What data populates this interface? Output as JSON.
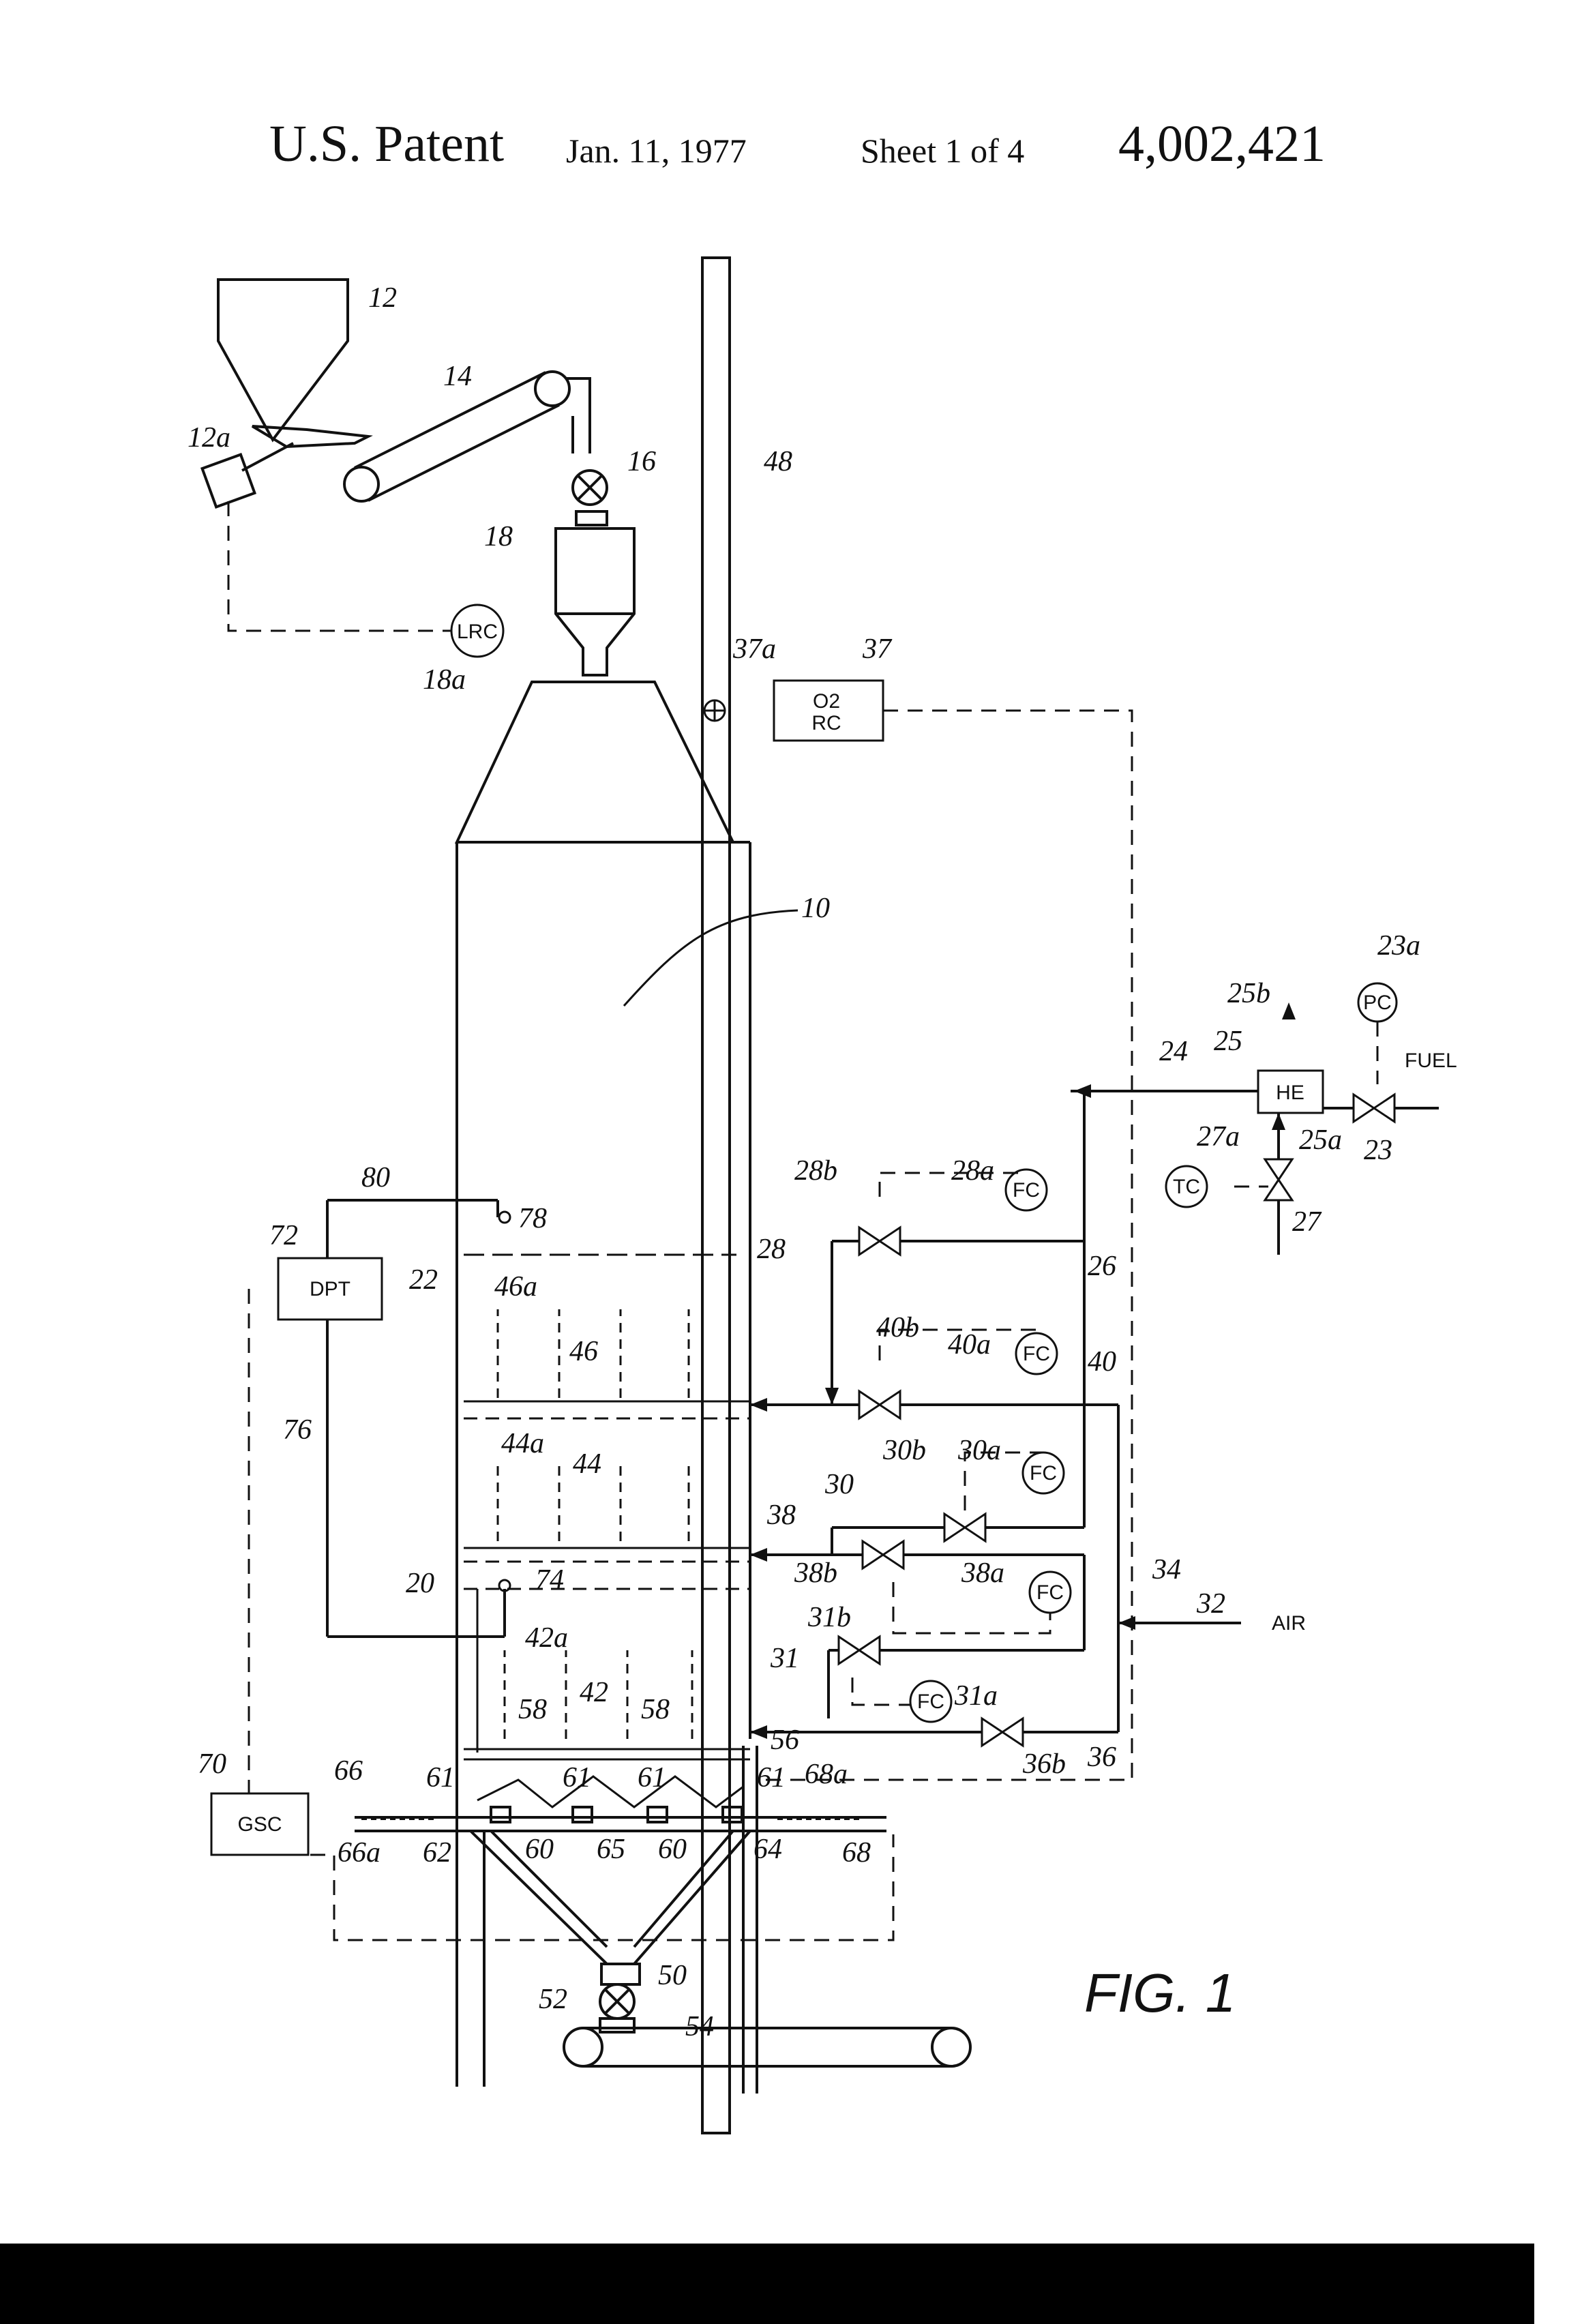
{
  "header": {
    "title": "U.S. Patent",
    "date": "Jan. 11, 1977",
    "sheet": "Sheet 1 of 4",
    "number": "4,002,421"
  },
  "figure": {
    "caption": "FIG. 1",
    "inputs": {
      "air": "AIR",
      "fuel": "FUEL"
    },
    "instruments": {
      "lrc": "LRC",
      "o2": "O2",
      "rc": "RC",
      "pc": "PC",
      "he": "HE",
      "tc": "TC",
      "fc28": "FC",
      "fc40": "FC",
      "fc30": "FC",
      "fc38": "FC",
      "fc31": "FC",
      "dpt": "DPT",
      "gsc": "GSC"
    },
    "refs": {
      "r12": "12",
      "r12a": "12a",
      "r14": "14",
      "r16": "16",
      "r18": "18",
      "r18a": "18a",
      "r48": "48",
      "r37a": "37a",
      "r37": "37",
      "r10": "10",
      "r23a": "23a",
      "r25b": "25b",
      "r24": "24",
      "r25": "25",
      "r23": "23",
      "r25a": "25a",
      "r27a": "27a",
      "r27": "27",
      "r80": "80",
      "r78": "78",
      "r72": "72",
      "r22": "22",
      "r46a": "46a",
      "r46": "46",
      "r28b": "28b",
      "r28a": "28a",
      "r28": "28",
      "r26": "26",
      "r40b": "40b",
      "r40a": "40a",
      "r40": "40",
      "r76": "76",
      "r44a": "44a",
      "r44": "44",
      "r30b": "30b",
      "r30a": "30a",
      "r30": "30",
      "r38": "38",
      "r38b": "38b",
      "r38a": "38a",
      "r20": "20",
      "r74": "74",
      "r34": "34",
      "r32": "32",
      "r31b": "31b",
      "r31": "31",
      "r42a": "42a",
      "r42": "42",
      "r31a": "31a",
      "r58a": "58",
      "r58b": "58",
      "r56": "56",
      "r36b": "36b",
      "r36": "36",
      "r70": "70",
      "r66": "66",
      "r61a": "61",
      "r61b": "61",
      "r61c": "61",
      "r61d": "61",
      "r68a": "68a",
      "r66a": "66a",
      "r62": "62",
      "r60a": "60",
      "r65": "65",
      "r60b": "60",
      "r64": "64",
      "r68": "68",
      "r50": "50",
      "r52": "52",
      "r54": "54"
    }
  }
}
